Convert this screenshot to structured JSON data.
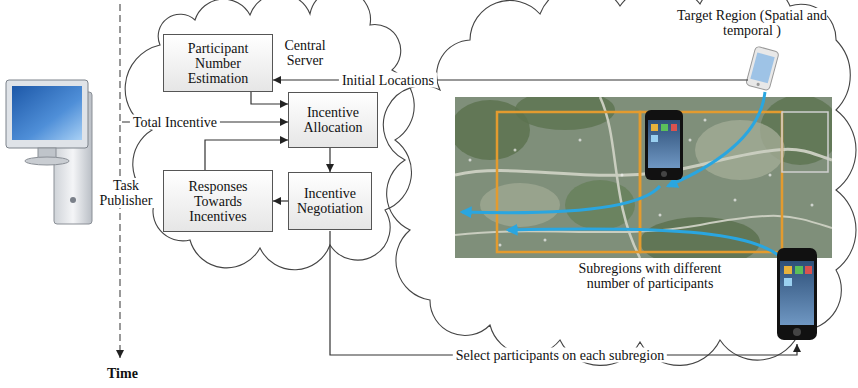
{
  "diagram": {
    "nodes": [
      {
        "text": [
          "Participant Number Estimation"
        ]
      },
      {
        "text": [
          "Incentive Allocation"
        ]
      },
      {
        "text": [
          "Responses Towards Incentives"
        ]
      },
      {
        "text": [
          "Incentive Negotiation"
        ]
      }
    ],
    "edges": [
      {
        "from": 0,
        "to": 1,
        "arrow": "to"
      },
      {
        "from": 1,
        "to": 3,
        "arrow": "to"
      },
      {
        "from": 3,
        "to": 2,
        "arrow": "to"
      },
      {
        "from": 2,
        "to": 1,
        "arrow": "to"
      }
    ],
    "labels": [
      "Task Publisher",
      "Time",
      "Central Server",
      "Total Incentive",
      "Initial Locations",
      "Target Region (Spatial and temporal )",
      "Subregions with different number of participants",
      "Select participants on each subregion"
    ]
  }
}
